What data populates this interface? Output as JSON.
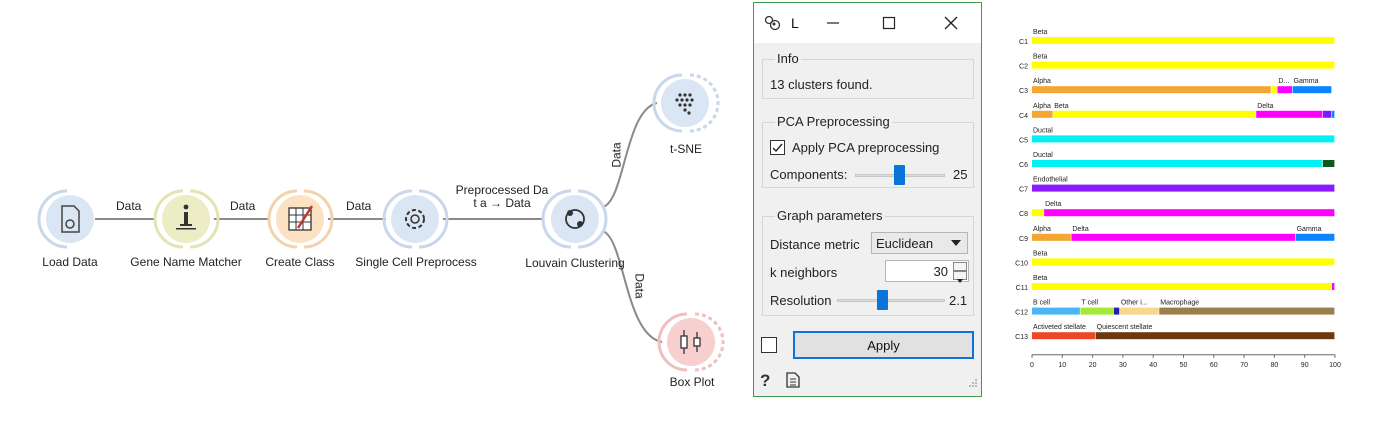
{
  "workflow": {
    "nodes": [
      {
        "label": "Load Data",
        "icon": "file-icon"
      },
      {
        "label": "Gene Name Matcher",
        "icon": "info-icon"
      },
      {
        "label": "Create Class",
        "icon": "edit-table-icon"
      },
      {
        "label": "Single Cell Preprocess",
        "icon": "gear-icon"
      },
      {
        "label": "Louvain Clustering",
        "icon": "clustering-icon"
      },
      {
        "label": "t-SNE",
        "icon": "tsne-icon"
      },
      {
        "label": "Box Plot",
        "icon": "boxplot-icon"
      }
    ],
    "links": [
      {
        "label": "Data"
      },
      {
        "label": "Data"
      },
      {
        "label": "Data"
      },
      {
        "label": "Preprocessed Da\nt a → Data"
      },
      {
        "label": "Data"
      },
      {
        "label": "Data"
      }
    ],
    "colors": {
      "blue_node": "#dbe6f4",
      "blue_ring": "#9fb6d6",
      "yellow_node": "#ecedc4",
      "orange_node": "#fce1c2",
      "red_node": "#f8cfcf",
      "link": "#8a8a8a"
    }
  },
  "dialog": {
    "title": "L",
    "info": {
      "title": "Info",
      "text": "13 clusters found."
    },
    "pca": {
      "title": "PCA Preprocessing",
      "checkbox_label": "Apply PCA preprocessing",
      "checked": true,
      "components_label": "Components:",
      "components_value": "25"
    },
    "graph": {
      "title": "Graph parameters",
      "distance_label": "Distance metric",
      "distance_value": "Euclidean",
      "k_label": "k neighbors",
      "k_value": "30",
      "resolution_label": "Resolution",
      "resolution_value": "2.1"
    },
    "apply_label": "Apply",
    "accent": "#0a74da"
  },
  "chart_data": {
    "type": "bar",
    "orientation": "horizontal-stacked",
    "categories": [
      "C1",
      "C2",
      "C3",
      "C4",
      "C5",
      "C6",
      "C7",
      "C8",
      "C9",
      "C10",
      "C11",
      "C12",
      "C13"
    ],
    "xlim": [
      0,
      100
    ],
    "xticks": [
      "0",
      "10",
      "20",
      "30",
      "40",
      "50",
      "60",
      "70",
      "80",
      "90",
      "100"
    ],
    "colors": {
      "Beta": "#ffff00",
      "Alpha": "#f4a532",
      "Delta": "#ff00ff",
      "Gamma": "#0b84ff",
      "Ductal": "#00f2f2",
      "Endothelial": "#8a1bff",
      "Dark": "#0b5a1c",
      "B cell": "#4bb6f5",
      "T cell": "#a5e836",
      "Other i...": "#f7d78a",
      "Macrophage": "#9c7e4d",
      "Activeted stellate": "#ed4727",
      "Quiescent stellate": "#6b3a0e",
      "Accent": "#2222aa",
      "Pink": "#ff00ff"
    },
    "rows": [
      {
        "segments": [
          {
            "label": "Beta",
            "value": 100,
            "color": "#ffff00"
          }
        ]
      },
      {
        "segments": [
          {
            "label": "Beta",
            "value": 100,
            "color": "#ffff00"
          }
        ]
      },
      {
        "segments": [
          {
            "label": "Alpha",
            "value": 79,
            "color": "#f4a532"
          },
          {
            "label": "",
            "value": 2,
            "color": "#ffff00"
          },
          {
            "label": "D...",
            "value": 5,
            "color": "#ff00ff"
          },
          {
            "label": "Gamma",
            "value": 13,
            "color": "#0b84ff"
          }
        ]
      },
      {
        "segments": [
          {
            "label": "Alpha",
            "value": 7,
            "color": "#f4a532"
          },
          {
            "label": "Beta",
            "value": 67,
            "color": "#ffff00"
          },
          {
            "label": "Delta",
            "value": 22,
            "color": "#ff00ff"
          },
          {
            "label": "",
            "value": 3,
            "color": "#7a1cff"
          },
          {
            "label": "",
            "value": 1,
            "color": "#0b84ff"
          }
        ]
      },
      {
        "segments": [
          {
            "label": "Ductal",
            "value": 100,
            "color": "#00f2f2"
          }
        ]
      },
      {
        "segments": [
          {
            "label": "Ductal",
            "value": 96,
            "color": "#00f2f2"
          },
          {
            "label": "",
            "value": 4,
            "color": "#0b5a1c"
          }
        ]
      },
      {
        "segments": [
          {
            "label": "Endothelial",
            "value": 100,
            "color": "#8a1bff"
          }
        ]
      },
      {
        "segments": [
          {
            "label": "",
            "value": 4,
            "color": "#ffff00"
          },
          {
            "label": "Delta",
            "value": 96,
            "color": "#ff00ff"
          }
        ]
      },
      {
        "segments": [
          {
            "label": "Alpha",
            "value": 13,
            "color": "#f4a532"
          },
          {
            "label": "Delta",
            "value": 74,
            "color": "#ff00ff"
          },
          {
            "label": "Gamma",
            "value": 13,
            "color": "#0b84ff"
          }
        ]
      },
      {
        "segments": [
          {
            "label": "Beta",
            "value": 100,
            "color": "#ffff00"
          }
        ]
      },
      {
        "segments": [
          {
            "label": "Beta",
            "value": 99,
            "color": "#ffff00"
          },
          {
            "label": "",
            "value": 1,
            "color": "#ff00ff"
          }
        ]
      },
      {
        "segments": [
          {
            "label": "B cell",
            "value": 16,
            "color": "#4bb6f5"
          },
          {
            "label": "T cell",
            "value": 11,
            "color": "#a5e836"
          },
          {
            "label": "",
            "value": 2,
            "color": "#2222aa"
          },
          {
            "label": "Other i...",
            "value": 13,
            "color": "#f7d78a"
          },
          {
            "label": "Macrophage",
            "value": 58,
            "color": "#9c7e4d"
          }
        ]
      },
      {
        "segments": [
          {
            "label": "Activeted stellate",
            "value": 21,
            "color": "#ed4727"
          },
          {
            "label": "Quiescent stellate",
            "value": 79,
            "color": "#6b3a0e"
          }
        ]
      }
    ]
  }
}
